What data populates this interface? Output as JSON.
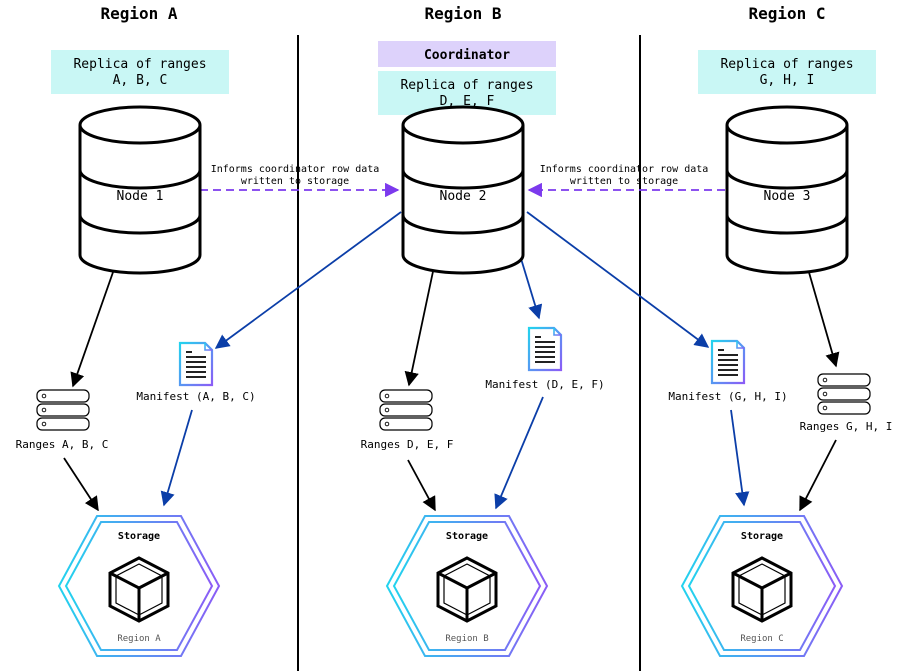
{
  "regions": [
    {
      "title": "Region A",
      "replica_line1": "Replica of ranges",
      "replica_line2": "A, B, C",
      "node": "Node 1",
      "ranges": "Ranges A, B, C",
      "manifest": "Manifest (A, B, C)",
      "storage_title": "Storage",
      "storage_region": "Region A"
    },
    {
      "title": "Region B",
      "coordinator": "Coordinator",
      "replica_line1": "Replica of ranges",
      "replica_line2": "D, E, F",
      "node": "Node 2",
      "ranges": "Ranges D, E, F",
      "manifest": "Manifest (D, E, F)",
      "storage_title": "Storage",
      "storage_region": "Region B"
    },
    {
      "title": "Region C",
      "replica_line1": "Replica of ranges",
      "replica_line2": "G, H, I",
      "node": "Node 3",
      "ranges": "Ranges G, H, I",
      "manifest": "Manifest (G, H, I)",
      "storage_title": "Storage",
      "storage_region": "Region C"
    }
  ],
  "informs_left": {
    "line1": "Informs coordinator row data",
    "line2": "written to storage"
  },
  "informs_right": {
    "line1": "Informs coordinator row data",
    "line2": "written to storage"
  },
  "colors": {
    "replica_box": "#c9f7f5",
    "coordinator_box": "#ddd2fb",
    "blue_arrow": "#0b3ea8",
    "purple_arrow": "#7c3aed",
    "hex_cyan": "#22d3ee",
    "hex_purple": "#8b5cf6"
  },
  "icons": [
    "database-cylinder-icon",
    "server-stack-icon",
    "document-icon",
    "storage-cube-icon"
  ]
}
